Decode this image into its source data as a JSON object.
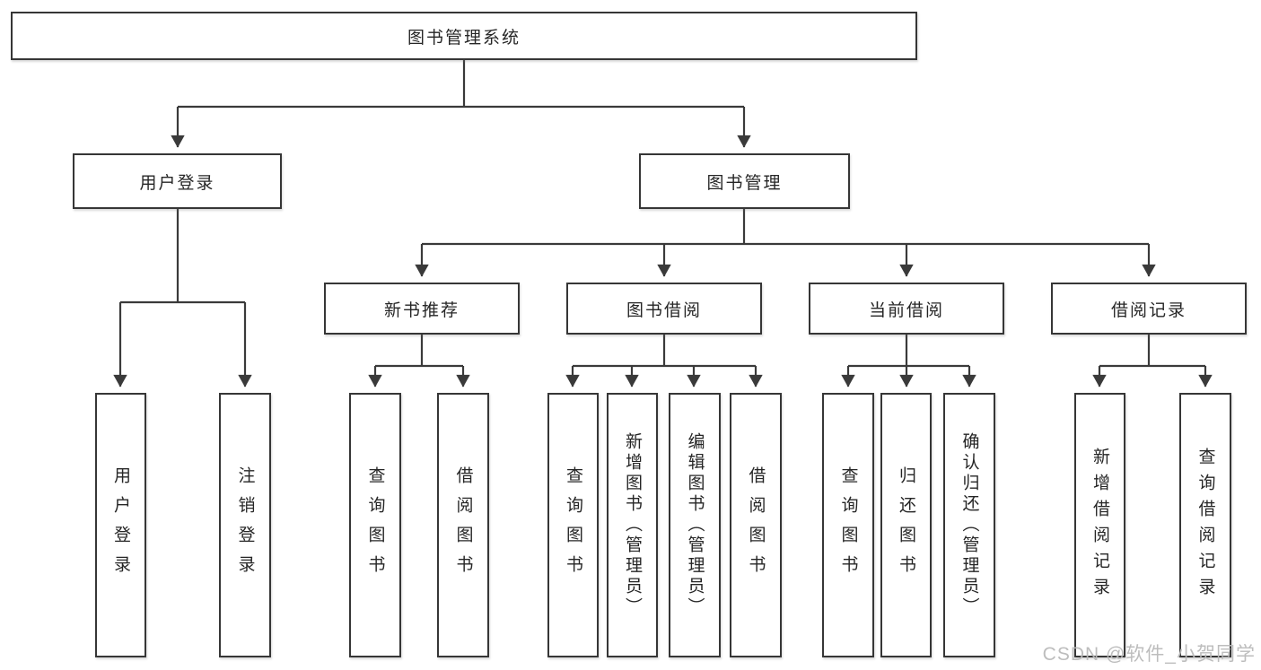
{
  "tree": {
    "label": "图书管理系统",
    "children": [
      {
        "label": "用户登录",
        "children": [
          {
            "label": "用户登录"
          },
          {
            "label": "注销登录"
          }
        ]
      },
      {
        "label": "图书管理",
        "children": [
          {
            "label": "新书推荐",
            "children": [
              {
                "label": "查询图书"
              },
              {
                "label": "借阅图书"
              }
            ]
          },
          {
            "label": "图书借阅",
            "children": [
              {
                "label": "查询图书"
              },
              {
                "label": "新增图书（管理员）"
              },
              {
                "label": "编辑图书（管理员）"
              },
              {
                "label": "借阅图书"
              }
            ]
          },
          {
            "label": "当前借阅",
            "children": [
              {
                "label": "查询图书"
              },
              {
                "label": "归还图书"
              },
              {
                "label": "确认归还（管理员）"
              }
            ]
          },
          {
            "label": "借阅记录",
            "children": [
              {
                "label": "新增借阅记录"
              },
              {
                "label": "查询借阅记录"
              }
            ]
          }
        ]
      }
    ]
  },
  "watermark": {
    "text": "CSDN @软件_小贺同学"
  },
  "colors": {
    "line": "#3a3a3a",
    "box_border": "#363636",
    "text": "#262626",
    "background": "#ffffff",
    "watermark": "#b9b9b9"
  }
}
